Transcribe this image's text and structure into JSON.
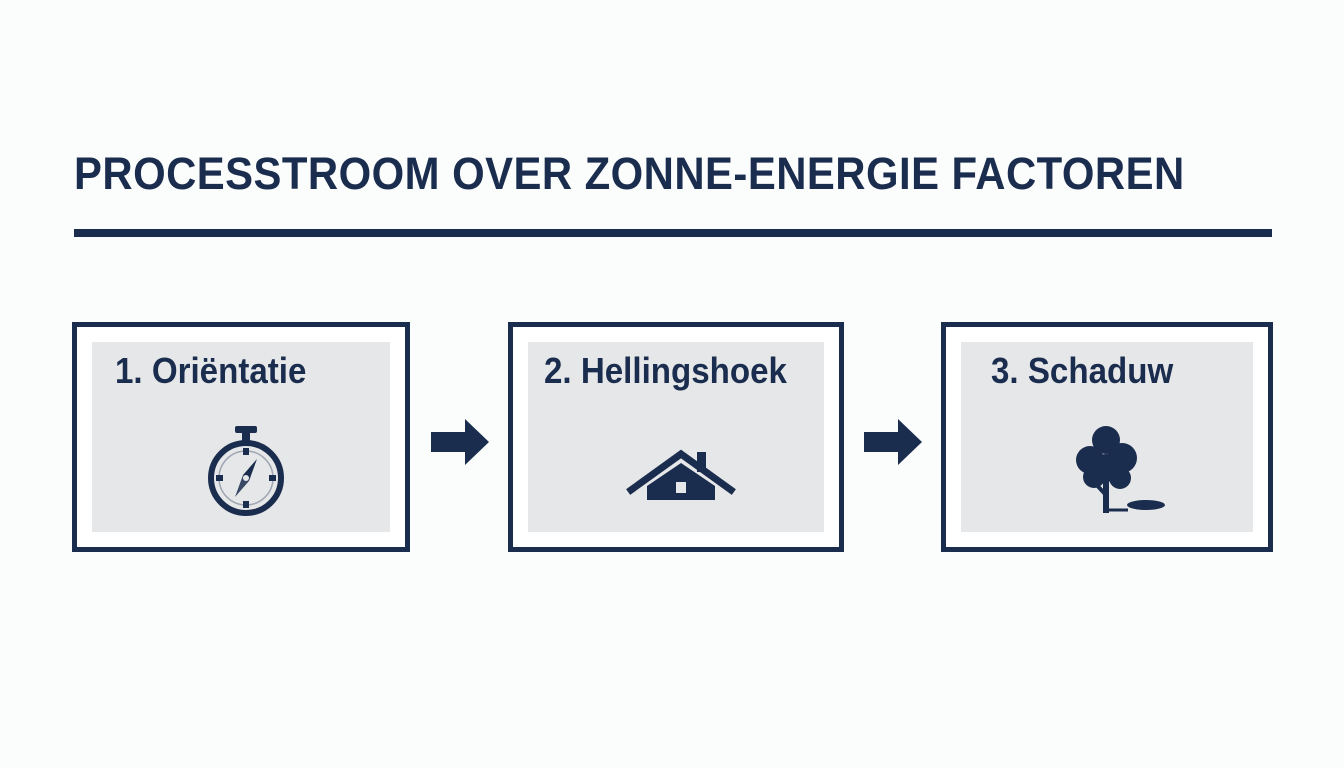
{
  "title": "PROCESSTROOM OVER ZONNE-ENERGIE FACTOREN",
  "steps": [
    {
      "label": "1. Oriëntatie",
      "icon": "compass-icon"
    },
    {
      "label": "2. Hellingshoek",
      "icon": "house-roof-icon"
    },
    {
      "label": "3. Schaduw",
      "icon": "tree-icon"
    }
  ],
  "colors": {
    "primary": "#1b2d4e",
    "panel_fill": "#e6e7e8",
    "background": "#fbfcfc"
  }
}
